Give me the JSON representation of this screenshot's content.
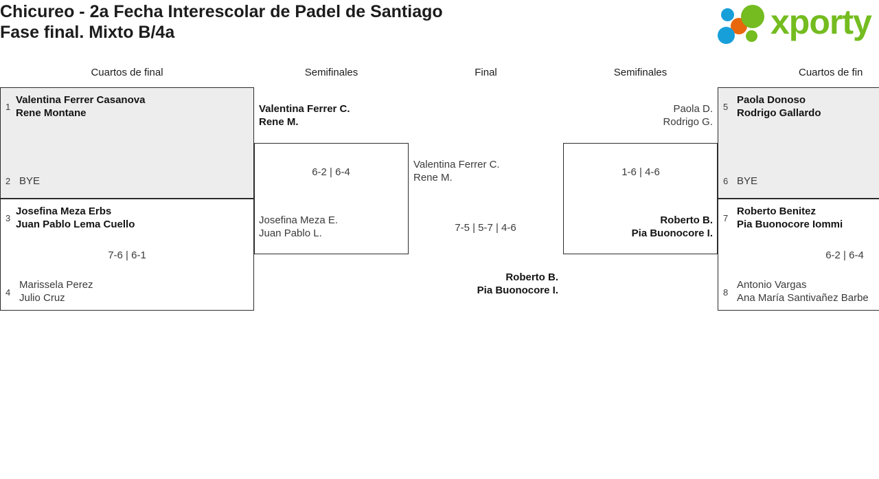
{
  "header": {
    "title": "Chicureo - 2a Fecha Interescolar de Padel de Santiago\nFase final. Mixto B/4a",
    "logo": {
      "wordmark": "xporty",
      "colors": {
        "green": "#74bc1f",
        "orange": "#e8670c",
        "blue": "#179fda"
      }
    }
  },
  "columns": [
    {
      "label": "Cuartos de final"
    },
    {
      "label": "Semifinales"
    },
    {
      "label": "Final"
    },
    {
      "label": "Semifinales"
    },
    {
      "label": "Cuartos de fin"
    }
  ],
  "bracket": {
    "left_quarters": [
      {
        "top": {
          "seed": "1",
          "names": "Valentina Ferrer Casanova\nRene Montane",
          "winner": true
        },
        "bottom": {
          "seed": "2",
          "names": "BYE",
          "winner": false
        },
        "score": ""
      },
      {
        "top": {
          "seed": "3",
          "names": "Josefina Meza Erbs\nJuan Pablo Lema Cuello",
          "winner": true
        },
        "bottom": {
          "seed": "4",
          "names": "Marissela Perez\nJulio Cruz",
          "winner": false
        },
        "score": "7-6 | 6-1"
      }
    ],
    "left_semifinal": {
      "top": {
        "names": "Valentina Ferrer C.\nRene M.",
        "winner": true
      },
      "bottom": {
        "names": "Josefina Meza E.\nJuan Pablo L.",
        "winner": false
      },
      "score": "6-2 | 6-4"
    },
    "final": {
      "top": {
        "names": "Valentina Ferrer C.\nRene M.",
        "winner": false
      },
      "bottom": {
        "names": "Roberto B.\nPia Buonocore I.",
        "winner": true
      },
      "score": "7-5 | 5-7 | 4-6"
    },
    "right_semifinal": {
      "top": {
        "names": "Paola D.\nRodrigo G.",
        "winner": false
      },
      "bottom": {
        "names": "Roberto B.\nPia Buonocore I.",
        "winner": true
      },
      "score": "1-6 | 4-6"
    },
    "right_quarters": [
      {
        "top": {
          "seed": "5",
          "names": "Paola Donoso\nRodrigo Gallardo",
          "winner": true
        },
        "bottom": {
          "seed": "6",
          "names": "BYE",
          "winner": false
        },
        "score": ""
      },
      {
        "top": {
          "seed": "7",
          "names": "Roberto Benitez\nPia Buonocore Iommi",
          "winner": true
        },
        "bottom": {
          "seed": "8",
          "names": "Antonio Vargas\nAna María Santivañez Barbe",
          "winner": false
        },
        "score": "6-2 | 6-4"
      }
    ]
  }
}
